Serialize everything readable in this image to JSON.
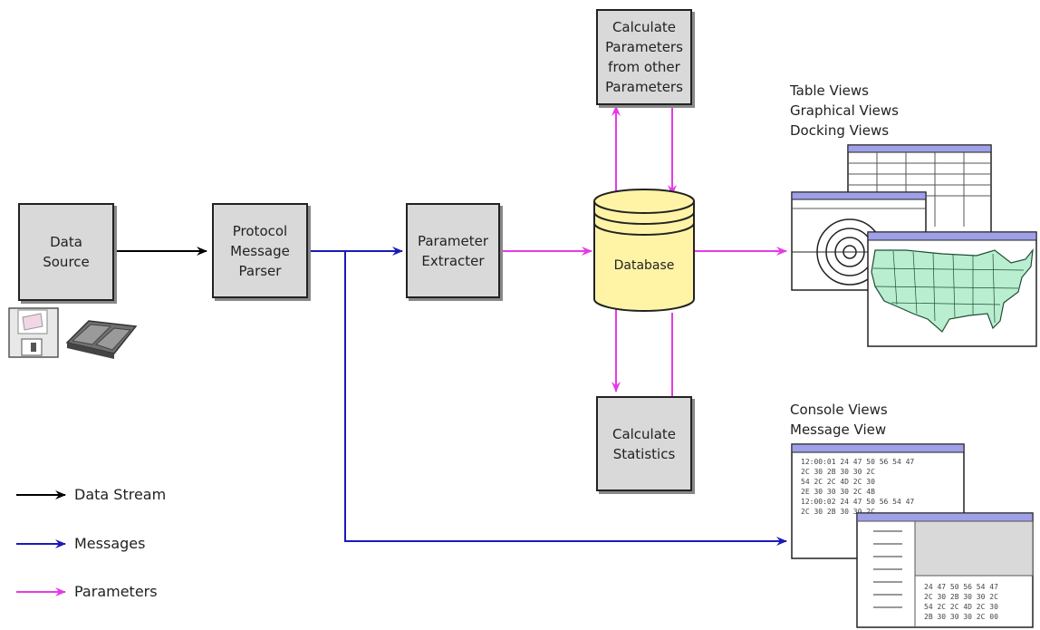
{
  "nodes": {
    "data_source": "Data\nSource",
    "protocol_parser": "Protocol\nMessage\nParser",
    "parameter_extracter": "Parameter\nExtracter",
    "database": "Database",
    "calc_params": "Calculate\nParameters\nfrom other\nParameters",
    "calc_stats": "Calculate\nStatistics"
  },
  "views": {
    "table_views": "Table Views",
    "graphical_views": "Graphical Views",
    "docking_views": "Docking Views",
    "console_views": "Console Views",
    "message_view": "Message View"
  },
  "legend": {
    "data_stream": "Data Stream",
    "messages": "Messages",
    "parameters": "Parameters"
  },
  "console_lines": [
    "12:00:01  24 47 50 56 54 47",
    "          2C 30 2B 30 30 2C",
    "          54 2C 2C 4D 2C 30",
    "          2E 30 30 30 2C 4B",
    "12:00:02  24 47 50 56 54 47",
    "          2C 30 2B 30 30 2C"
  ],
  "hex_lines": [
    "24 47 50 56 54 47",
    "2C 30 2B 30 30 2C",
    "54 2C 2C 4D 2C 30",
    "2B 30 30 30 2C 00"
  ],
  "colors": {
    "data_stream": "#000000",
    "messages": "#1a1ab8",
    "parameters": "#e63ae6",
    "database_fill": "#fff4a6",
    "window_title": "#9fa0e8",
    "map_fill": "#b9efd0"
  }
}
